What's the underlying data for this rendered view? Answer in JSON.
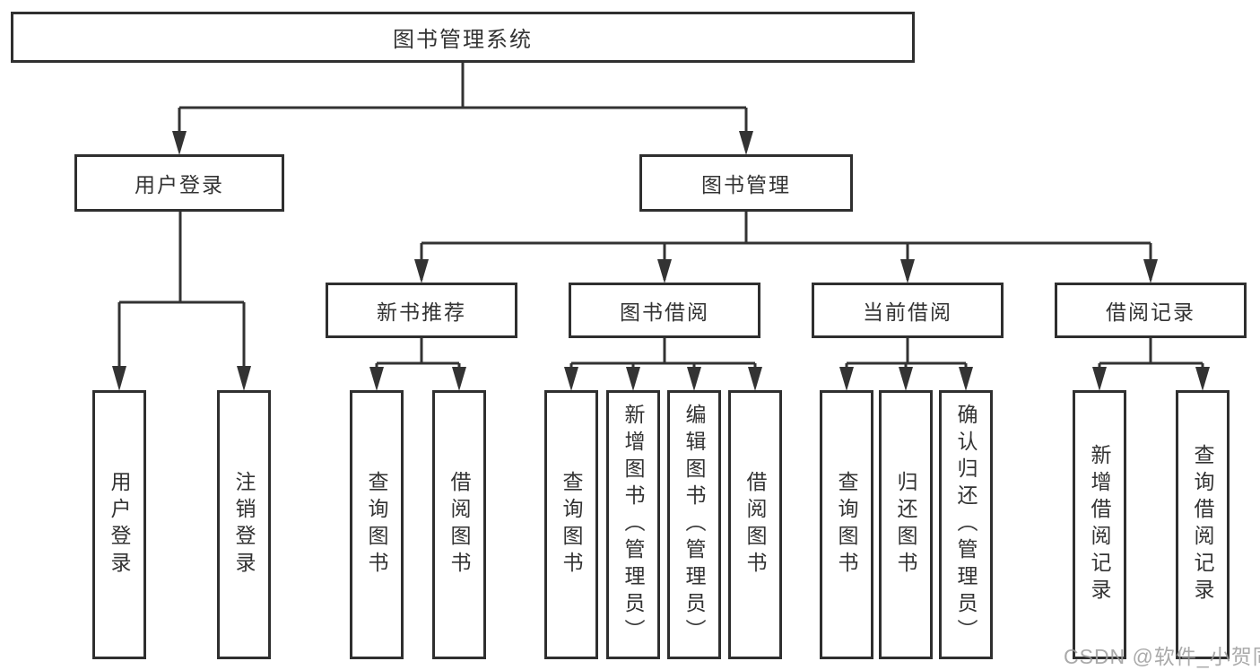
{
  "diagram": {
    "type": "hierarchy-tree",
    "colors": {
      "line": "#333333",
      "box_border": "#2f2f2f",
      "box_fill": "#ffffff",
      "text": "#333333",
      "watermark_text_color": "#9b9b9b"
    }
  },
  "tree": {
    "label": "图书管理系统",
    "children": [
      {
        "label": "用户登录",
        "children": [
          {
            "label": "用户登录"
          },
          {
            "label": "注销登录"
          }
        ]
      },
      {
        "label": "图书管理",
        "children": [
          {
            "label": "新书推荐",
            "children": [
              {
                "label": "查询图书"
              },
              {
                "label": "借阅图书"
              }
            ]
          },
          {
            "label": "图书借阅",
            "children": [
              {
                "label": "查询图书"
              },
              {
                "label": "新增图书（管理员）"
              },
              {
                "label": "编辑图书（管理员）"
              },
              {
                "label": "借阅图书"
              }
            ]
          },
          {
            "label": "当前借阅",
            "children": [
              {
                "label": "查询图书"
              },
              {
                "label": "归还图书"
              },
              {
                "label": "确认归还（管理员）"
              }
            ]
          },
          {
            "label": "借阅记录",
            "children": [
              {
                "label": "新增借阅记录"
              },
              {
                "label": "查询借阅记录"
              }
            ]
          }
        ]
      }
    ]
  },
  "watermark": {
    "text": "CSDN @软件_小贺同学"
  }
}
